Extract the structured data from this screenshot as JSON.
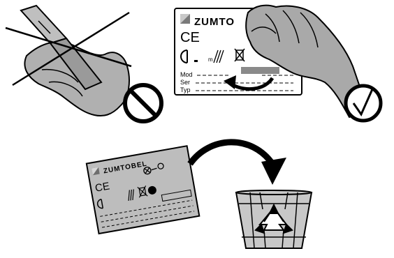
{
  "label_top": {
    "brand": "ZUMTO",
    "ce_mark": "CE",
    "fields": [
      "Mod",
      "Ser",
      "Typ"
    ]
  },
  "label_bottom": {
    "brand": "ZUMTOBEL",
    "ce_mark": "CE"
  },
  "symbols": {
    "forbidden": "no-symbol-icon",
    "allowed": "check-mark-icon",
    "recycle": "recycle-icon",
    "bin": "waste-bin-icon"
  },
  "colors": {
    "ink": "#000000",
    "label_gray": "#bfbfbf",
    "hand_gray": "#a9a9a9",
    "bin_gray": "#c8c8c8"
  }
}
